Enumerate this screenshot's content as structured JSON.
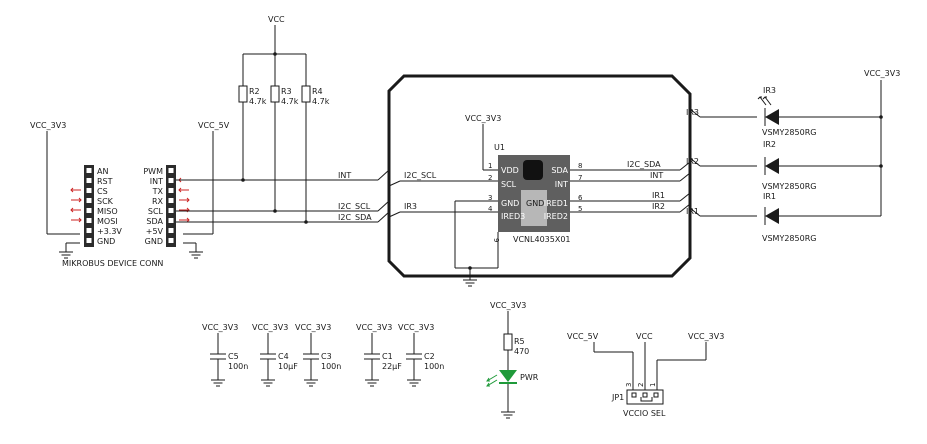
{
  "power_labels": {
    "vcc_top": "VCC",
    "vcc_3v3_right": "VCC_3V3",
    "vcc_3v3_left": "VCC_3V3",
    "vcc_5v_left": "VCC_5V",
    "vcc_3v3_u1": "VCC_3V3",
    "vcc_3v3_led": "VCC_3V3",
    "caps": [
      "VCC_3V3",
      "VCC_3V3",
      "VCC_3V3",
      "VCC_3V3",
      "VCC_3V3"
    ],
    "jp_vcc_5v": "VCC_5V",
    "jp_vcc": "VCC",
    "jp_vcc_3v3": "VCC_3V3"
  },
  "pullups": [
    {
      "ref": "R2",
      "value": "4.7k"
    },
    {
      "ref": "R3",
      "value": "4.7k"
    },
    {
      "ref": "R4",
      "value": "4.7k"
    }
  ],
  "mikrobus": {
    "left_pins": [
      "AN",
      "RST",
      "CS",
      "SCK",
      "MISO",
      "MOSI",
      "+3.3V",
      "GND"
    ],
    "right_pins": [
      "PWM",
      "INT",
      "TX",
      "RX",
      "SCL",
      "SDA",
      "+5V",
      "GND"
    ],
    "label": "MIKROBUS DEVICE CONN"
  },
  "nets": {
    "int": "INT",
    "i2c_scl": "I2C_SCL",
    "i2c_sda": "I2C_SDA",
    "ir3": "IR3",
    "ir2": "IR2",
    "ir1": "IR1"
  },
  "u1": {
    "ref": "U1",
    "part": "VCNL4035X01",
    "left_pins": [
      {
        "num": "1",
        "name": "VDD"
      },
      {
        "num": "2",
        "name": "SCL"
      },
      {
        "num": "3",
        "name": "GND"
      },
      {
        "num": "4",
        "name": "IRED3"
      }
    ],
    "right_pins": [
      {
        "num": "8",
        "name": "SDA"
      },
      {
        "num": "7",
        "name": "INT"
      },
      {
        "num": "6",
        "name": "IRED1"
      },
      {
        "num": "5",
        "name": "IRED2"
      }
    ],
    "center_label": "GND",
    "bottom_pin": "9",
    "right_nets": [
      "I2C_SDA",
      "INT",
      "IR1",
      "IR2"
    ]
  },
  "ir_leds": [
    {
      "ref": "IR3",
      "part": "VSMY2850RG"
    },
    {
      "ref": "IR2",
      "part": "VSMY2850RG"
    },
    {
      "ref": "IR1",
      "part": "VSMY2850RG"
    }
  ],
  "capacitors": [
    {
      "ref": "C5",
      "value": "100n"
    },
    {
      "ref": "C4",
      "value": "10µF"
    },
    {
      "ref": "C3",
      "value": "100n"
    },
    {
      "ref": "C1",
      "value": "22µF"
    },
    {
      "ref": "C2",
      "value": "100n"
    }
  ],
  "power_led": {
    "res_ref": "R5",
    "res_value": "470",
    "led_label": "PWR",
    "led_color": "#1f9a3a"
  },
  "jumper": {
    "ref": "JP1",
    "label": "VCCIO SEL",
    "pins": [
      "3",
      "2",
      "1"
    ]
  },
  "colors": {
    "wire": "#1a1a1a",
    "chip_body": "#5f5f5f",
    "chip_pad": "#b7b7b7",
    "arrow_red": "#cc2222",
    "pin_header": "#2b2b2b"
  }
}
